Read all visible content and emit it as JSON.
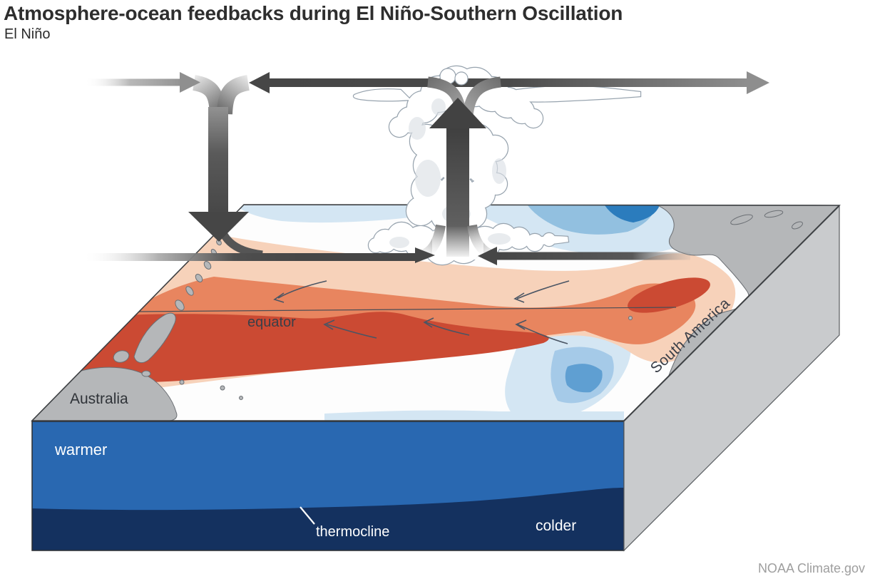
{
  "header": {
    "title": "Atmosphere-ocean feedbacks during El Niño-Southern Oscillation",
    "subtitle": "El Niño"
  },
  "labels": {
    "equator": "equator",
    "australia": "Australia",
    "south_america": "South America",
    "warmer": "warmer",
    "thermocline": "thermocline",
    "colder": "colder"
  },
  "attribution": "NOAA Climate.gov",
  "icons": [
    "rising-air-arrow-icon",
    "descending-air-arrow-icon",
    "upper-level-westward-wind-arrow-icon",
    "upper-level-eastward-wind-arrow-icon",
    "surface-eastward-wind-arrow-icon",
    "surface-westward-wind-arrow-icon",
    "ocean-current-arrow-icon",
    "convective-cloud-icon"
  ],
  "colors": {
    "background": "#ffffff",
    "title_text": "#2e2e2e",
    "arrow_dark": "#464646",
    "arrow_gray": "#8e8e8e",
    "sst_deep_red": "#cb4a33",
    "sst_orange": "#e8855f",
    "sst_peach": "#f7d2ba",
    "sst_blue_light": "#d4e6f3",
    "sst_blue_mid": "#92c0e0",
    "sst_blue_deep": "#2b7cbd",
    "ocean_warm_layer": "#2968b1",
    "ocean_cold_layer": "#14315f",
    "land_gray": "#b5b7b9",
    "side_face_gray": "#c9cbcd",
    "label_dark": "#3a3f48",
    "label_white": "#ffffff",
    "attribution_text": "#9e9e9e"
  }
}
